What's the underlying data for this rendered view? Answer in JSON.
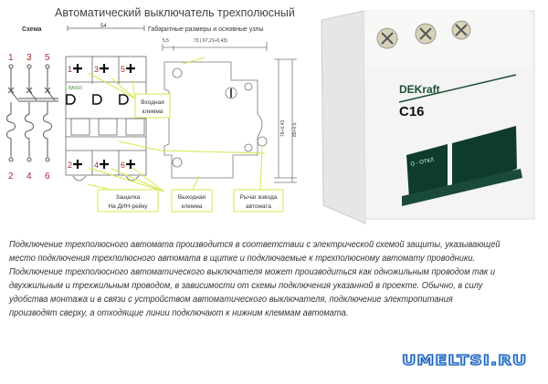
{
  "diagram": {
    "title": "Автоматический выключатель трехполюсный",
    "scheme_label": "Схема",
    "dimensions_heading": "Габаритные размеры и основные узлы",
    "dim_width": "54",
    "dim_offset": "5,5",
    "dim_depth": "73 (   67,21+0,43)",
    "dim_height_inner": "78+0,43",
    "dim_height_outer": "85+0,5",
    "model_label": "ВА593",
    "pole_numbers_top": [
      "1",
      "3",
      "5"
    ],
    "pole_numbers_bottom": [
      "2",
      "4",
      "6"
    ],
    "callouts": {
      "input_terminal": [
        "Входная",
        "клемма"
      ],
      "din_latch": [
        "Защелка",
        "На ДИН-рейку"
      ],
      "output_terminal": [
        "Выходная",
        "клемма"
      ],
      "lever": [
        "Рычаг взвода",
        "автомата"
      ]
    },
    "colors": {
      "pole_numbers": "#a0302c",
      "callout_line": "#d6e84a",
      "model_label": "#3a9a3a"
    }
  },
  "photo": {
    "brand": "DEKraft",
    "rating": "C16",
    "handle_label": "О - ОТКЛ",
    "colors": {
      "body": "#f2f2f0",
      "handle": "#0f3b2c",
      "brand": "#1d4e3a"
    }
  },
  "text": {
    "paragraph_1": "Подключение трехполюсного автомата производится в соответствии с электрической схемой защиты, указывающей место подключения трехполюсного автомата в щитке и подключаемые к трехполюсному автомату проводники.",
    "paragraph_2": "Подключение трехполюсного автоматического выключателя может производиться как одножильным проводом так и двухжильным и трехжильным проводом, в зависимости от схемы подключения указанной в проекте. Обычно, в силу удобства монтажа и в связи с устройством автоматического выключателя, подключение электропитания производят сверху, а отходящие линии подключают к нижним клеммам автомата."
  },
  "watermark": "UMELTSI.RU"
}
